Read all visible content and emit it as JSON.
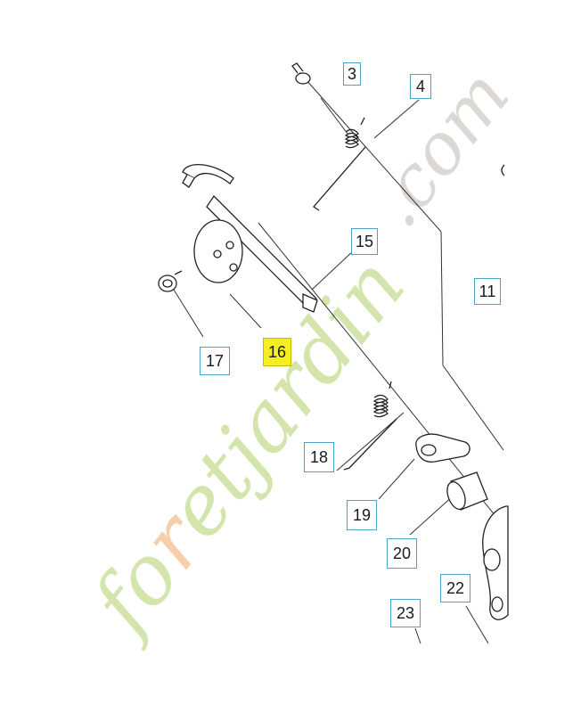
{
  "watermark": {
    "text_green": "foretjardin",
    "text_com": ".com",
    "logo_text_parts": [
      "for",
      "e",
      "tjardin",
      ".com"
    ],
    "colors": {
      "green": "#cfe3a3",
      "orange": "#f5c9a0",
      "gray": "#d9d4cf"
    }
  },
  "parts": [
    {
      "id": "3",
      "label": "3",
      "highlighted": false
    },
    {
      "id": "4",
      "label": "4",
      "highlighted": false
    },
    {
      "id": "11",
      "label": "11",
      "highlighted": false
    },
    {
      "id": "15",
      "label": "15",
      "highlighted": false
    },
    {
      "id": "16",
      "label": "16",
      "highlighted": true
    },
    {
      "id": "17",
      "label": "17",
      "highlighted": false
    },
    {
      "id": "18",
      "label": "18",
      "highlighted": false
    },
    {
      "id": "19",
      "label": "19",
      "highlighted": false
    },
    {
      "id": "20",
      "label": "20",
      "highlighted": false
    },
    {
      "id": "22",
      "label": "22",
      "highlighted": false
    },
    {
      "id": "23",
      "label": "23",
      "highlighted": false
    }
  ],
  "colors": {
    "line": "#333333",
    "callout_border": "#4aa3c6",
    "highlight": "#f4ee22"
  }
}
